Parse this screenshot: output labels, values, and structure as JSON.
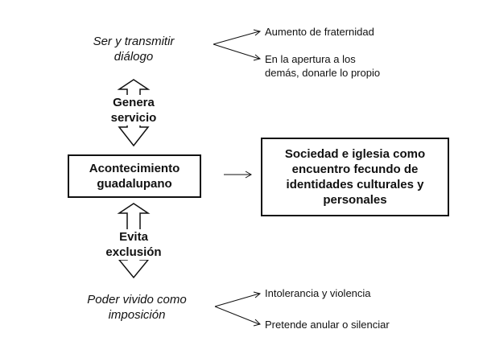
{
  "top": {
    "note_line1": "Ser y transmitir",
    "note_line2": "diálogo",
    "branch1": "Aumento de fraternidad",
    "branch2_line1": "En la apertura a los",
    "branch2_line2": "demás, donarle lo propio",
    "arrow_label_line1": "Genera",
    "arrow_label_line2": "servicio"
  },
  "center": {
    "event_line1": "Acontecimiento",
    "event_line2": "guadalupano",
    "result_line1": "Sociedad e iglesia como",
    "result_line2": "encuentro fecundo de",
    "result_line3": "identidades culturales y",
    "result_line4": "personales"
  },
  "bottom": {
    "arrow_label_line1": "Evita",
    "arrow_label_line2": "exclusión",
    "note_line1": "Poder vivido como",
    "note_line2": "imposición",
    "branch1": "Intolerancia y violencia",
    "branch2": "Pretende anular o silenciar"
  }
}
